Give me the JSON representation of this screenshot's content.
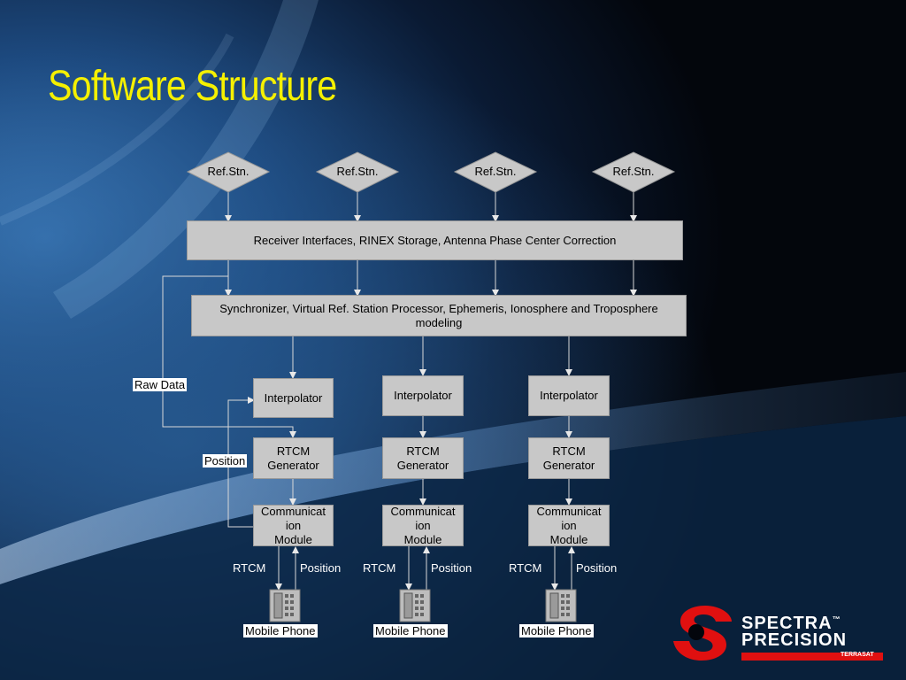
{
  "title": "Software Structure",
  "ref_stations": [
    "Ref.Stn.",
    "Ref.Stn.",
    "Ref.Stn.",
    "Ref.Stn."
  ],
  "receiver_box": "Receiver Interfaces, RINEX Storage, Antenna Phase Center Correction",
  "sync_box": "Synchronizer, Virtual Ref. Station Processor, Ephemeris, Ionosphere and Troposphere modeling",
  "raw_data_label": "Raw Data",
  "position_label": "Position",
  "columns": [
    {
      "interpolator": "Interpolator",
      "rtcm_line1": "RTCM",
      "rtcm_line2": "Generator",
      "comm_line1": "Communicat",
      "comm_line2": "ion",
      "comm_line3": "Module",
      "down_label": "RTCM",
      "up_label": "Position",
      "phone_label": "Mobile Phone"
    },
    {
      "interpolator": "Interpolator",
      "rtcm_line1": "RTCM",
      "rtcm_line2": "Generator",
      "comm_line1": "Communicat",
      "comm_line2": "ion",
      "comm_line3": "Module",
      "down_label": "RTCM",
      "up_label": "Position",
      "phone_label": "Mobile Phone"
    },
    {
      "interpolator": "Interpolator",
      "rtcm_line1": "RTCM",
      "rtcm_line2": "Generator",
      "comm_line1": "Communicat",
      "comm_line2": "ion",
      "comm_line3": "Module",
      "down_label": "RTCM",
      "up_label": "Position",
      "phone_label": "Mobile Phone"
    }
  ],
  "logo": {
    "line1": "SPECTRA",
    "tm": "™",
    "line2": "PRECISION",
    "sub": "TERRASAT",
    "accent": "#e01010"
  },
  "colors": {
    "title": "#f5f000",
    "box": "#c8c8c8",
    "wire": "#d8d8d8"
  }
}
